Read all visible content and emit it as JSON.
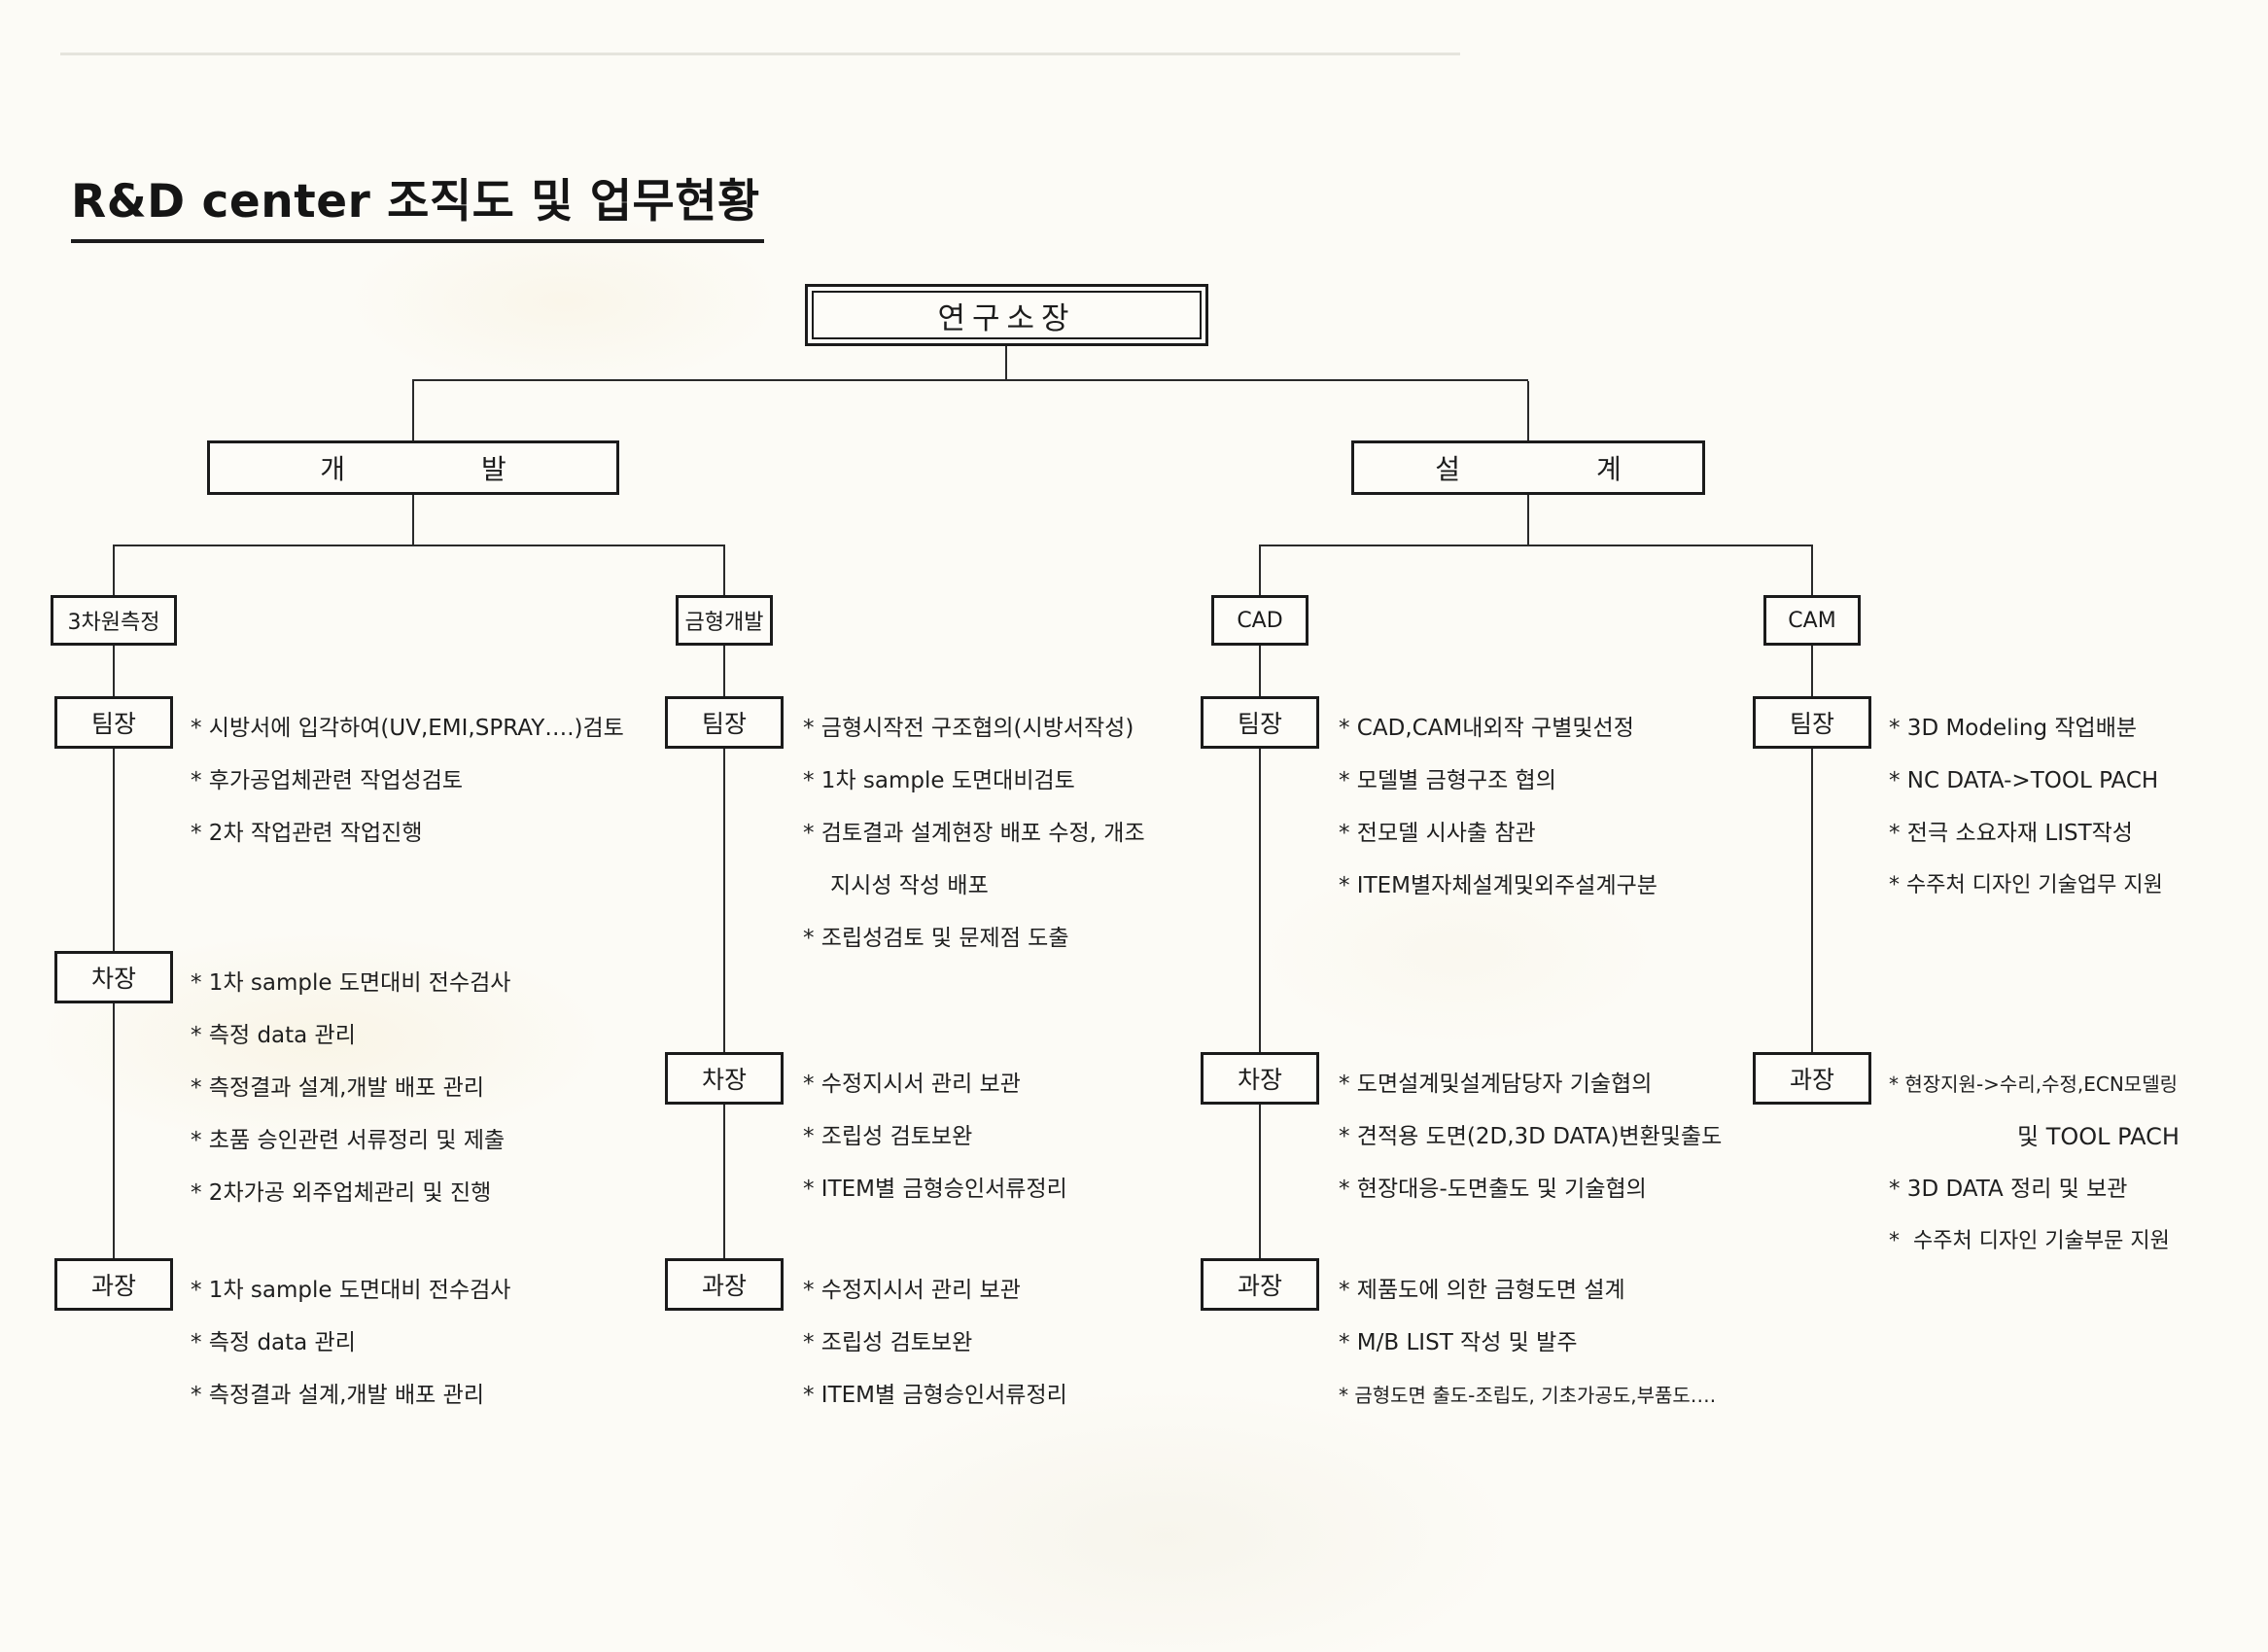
{
  "title": "R&D center 조직도 및 업무현황",
  "root": {
    "label": "연구소장"
  },
  "branches": [
    {
      "label": "개　　　　　발"
    },
    {
      "label": "설　　　　　계"
    }
  ],
  "colors": {
    "ink": "#1c1c1c",
    "paper": "#fcfbf6",
    "line": "#2a2a2a"
  },
  "columns": [
    {
      "dept": "3차원측정",
      "sections": [
        {
          "rank": "팀장",
          "items": [
            "* 시방서에 입각하여(UV,EMI,SPRAY….)검토",
            "* 후가공업체관련 작업성검토",
            "* 2차 작업관련 작업진행"
          ]
        },
        {
          "rank": "차장",
          "items": [
            "* 1차 sample 도면대비 전수검사",
            "* 측정 data 관리",
            "* 측정결과 설계,개발 배포 관리",
            "* 초품 승인관련 서류정리 및 제출",
            "* 2차가공 외주업체관리 및 진행"
          ]
        },
        {
          "rank": "과장",
          "items": [
            "* 1차 sample 도면대비 전수검사",
            "* 측정 data 관리",
            "* 측정결과 설계,개발 배포 관리"
          ]
        }
      ]
    },
    {
      "dept": "금형개발",
      "sections": [
        {
          "rank": "팀장",
          "items": [
            "* 금형시작전 구조협의(시방서작성)",
            "* 1차 sample 도면대비검토",
            "* 검토결과 설계현장 배포 수정, 개조",
            "지시성 작성 배포",
            "* 조립성검토 및 문제점 도출"
          ]
        },
        {
          "rank": "차장",
          "items": [
            "* 수정지시서 관리 보관",
            "* 조립성 검토보완",
            "* ITEM별 금형승인서류정리"
          ]
        },
        {
          "rank": "과장",
          "items": [
            "* 수정지시서 관리 보관",
            "* 조립성 검토보완",
            "* ITEM별 금형승인서류정리"
          ]
        }
      ]
    },
    {
      "dept": "CAD",
      "sections": [
        {
          "rank": "팀장",
          "items": [
            "* CAD,CAM내외작 구별및선정",
            "* 모델별 금형구조 협의",
            "* 전모델 시사출 참관",
            "* ITEM별자체설계및외주설계구분"
          ]
        },
        {
          "rank": "차장",
          "items": [
            "* 도면설계및설계담당자 기술협의",
            "* 견적용 도면(2D,3D DATA)변환및출도",
            "* 현장대응-도면출도 및 기술협의"
          ]
        },
        {
          "rank": "과장",
          "items": [
            "* 제품도에 의한 금형도면 설계",
            "* M/B LIST 작성 및 발주",
            "* 금형도면 출도-조립도, 기초가공도,부품도…."
          ]
        }
      ]
    },
    {
      "dept": "CAM",
      "sections": [
        {
          "rank": "팀장",
          "items": [
            "* 3D Modeling 작업배분",
            "* NC DATA->TOOL PACH",
            "* 전극 소요자재 LIST작성",
            "* 수주처 디자인 기술업무 지원"
          ]
        },
        {
          "rank": "과장",
          "items": [
            "* 현장지원->수리,수정,ECN모델링",
            "및 TOOL PACH",
            "* 3D DATA 정리 및 보관",
            "*  수주처 디자인 기술부문 지원"
          ]
        }
      ]
    }
  ]
}
